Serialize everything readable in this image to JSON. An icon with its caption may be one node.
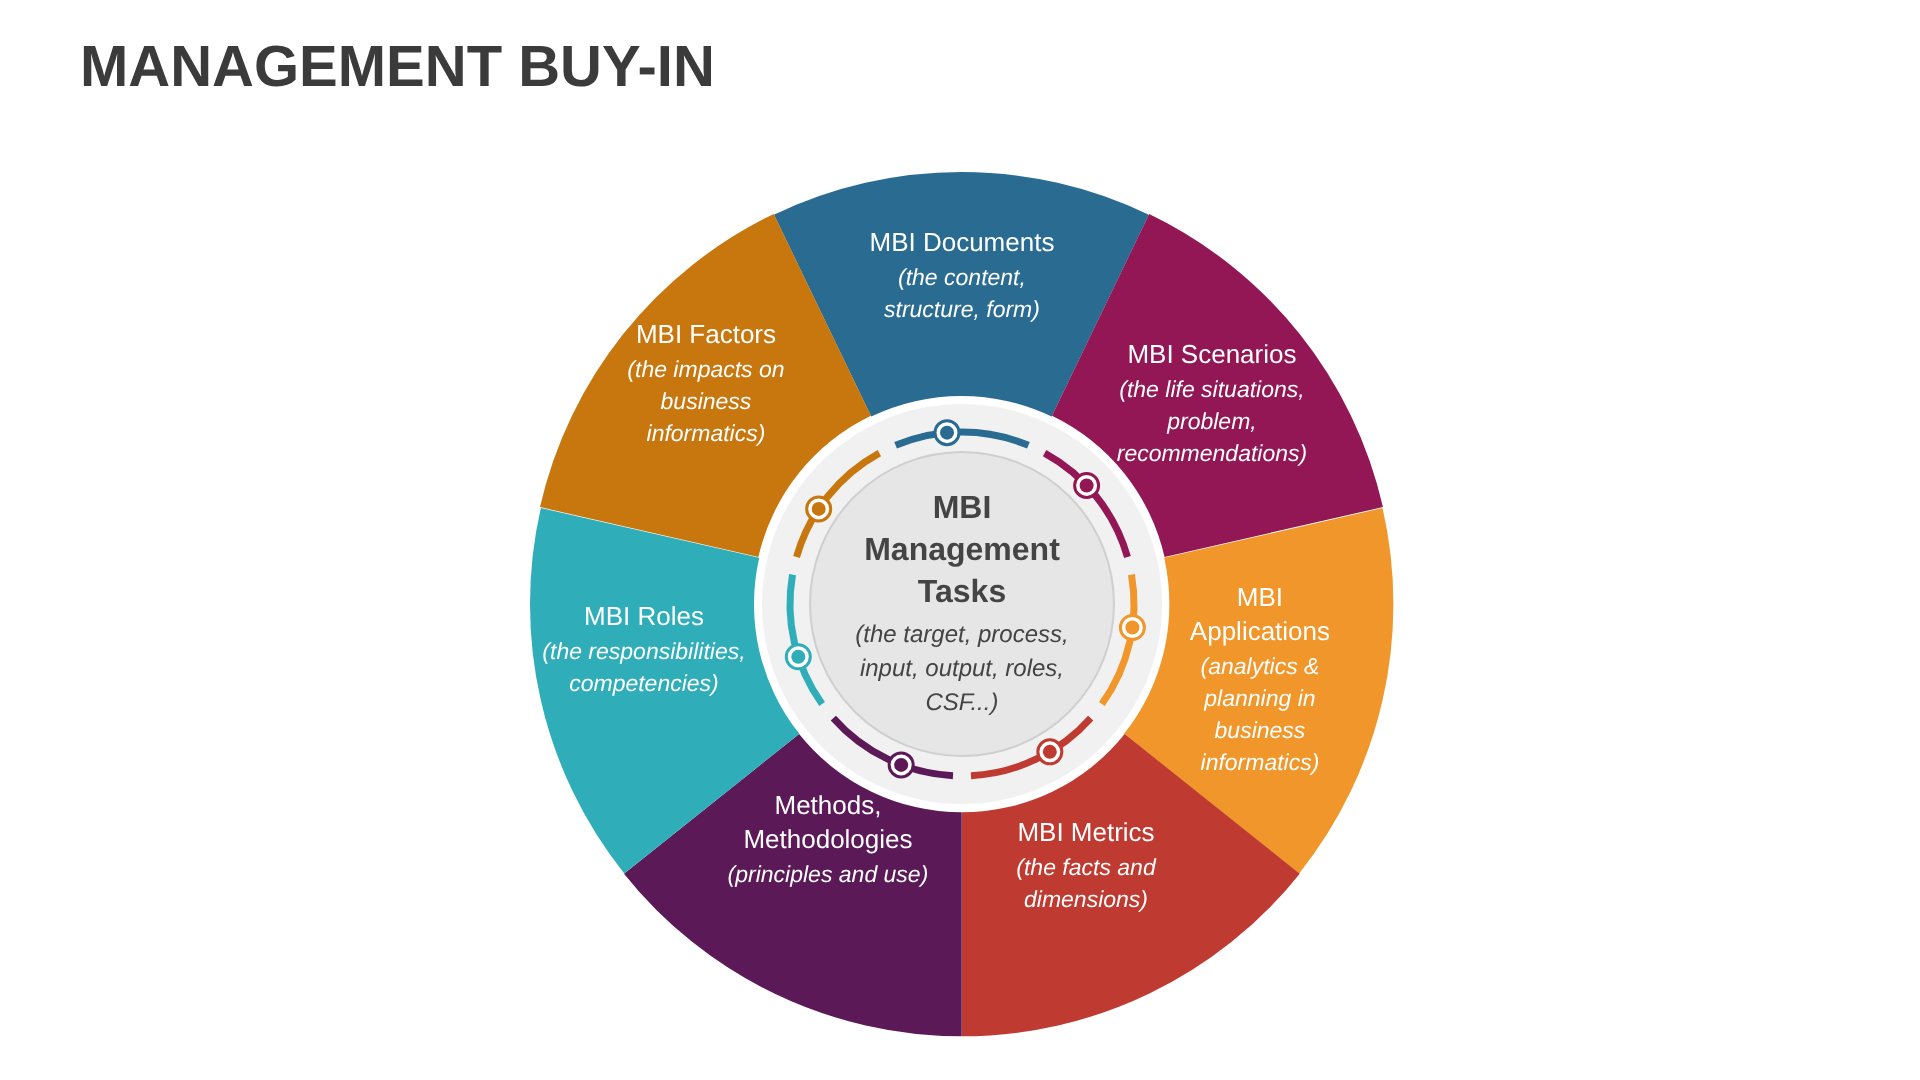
{
  "diagram": {
    "title": "MANAGEMENT BUY-IN",
    "nodes": [
      {
        "text": [
          "MBI Management Tasks",
          "(the target, process, input, output, roles, CSF...)"
        ]
      },
      {
        "text": [
          "MBI Documents",
          "(the content, structure, form)"
        ]
      },
      {
        "text": [
          "MBI Scenarios",
          "(the life situations, problem, recommendations)"
        ]
      },
      {
        "text": [
          "MBI Applications",
          "(analytics & planning in business informatics)"
        ]
      },
      {
        "text": [
          "MBI Metrics",
          "(the facts and dimensions)"
        ]
      },
      {
        "text": [
          "Methods, Methodologies",
          "(principles and use)"
        ]
      },
      {
        "text": [
          "MBI Roles",
          "(the responsibilities, competencies)"
        ]
      },
      {
        "text": [
          "MBI Factors",
          "(the impacts on business informatics)"
        ]
      }
    ]
  }
}
